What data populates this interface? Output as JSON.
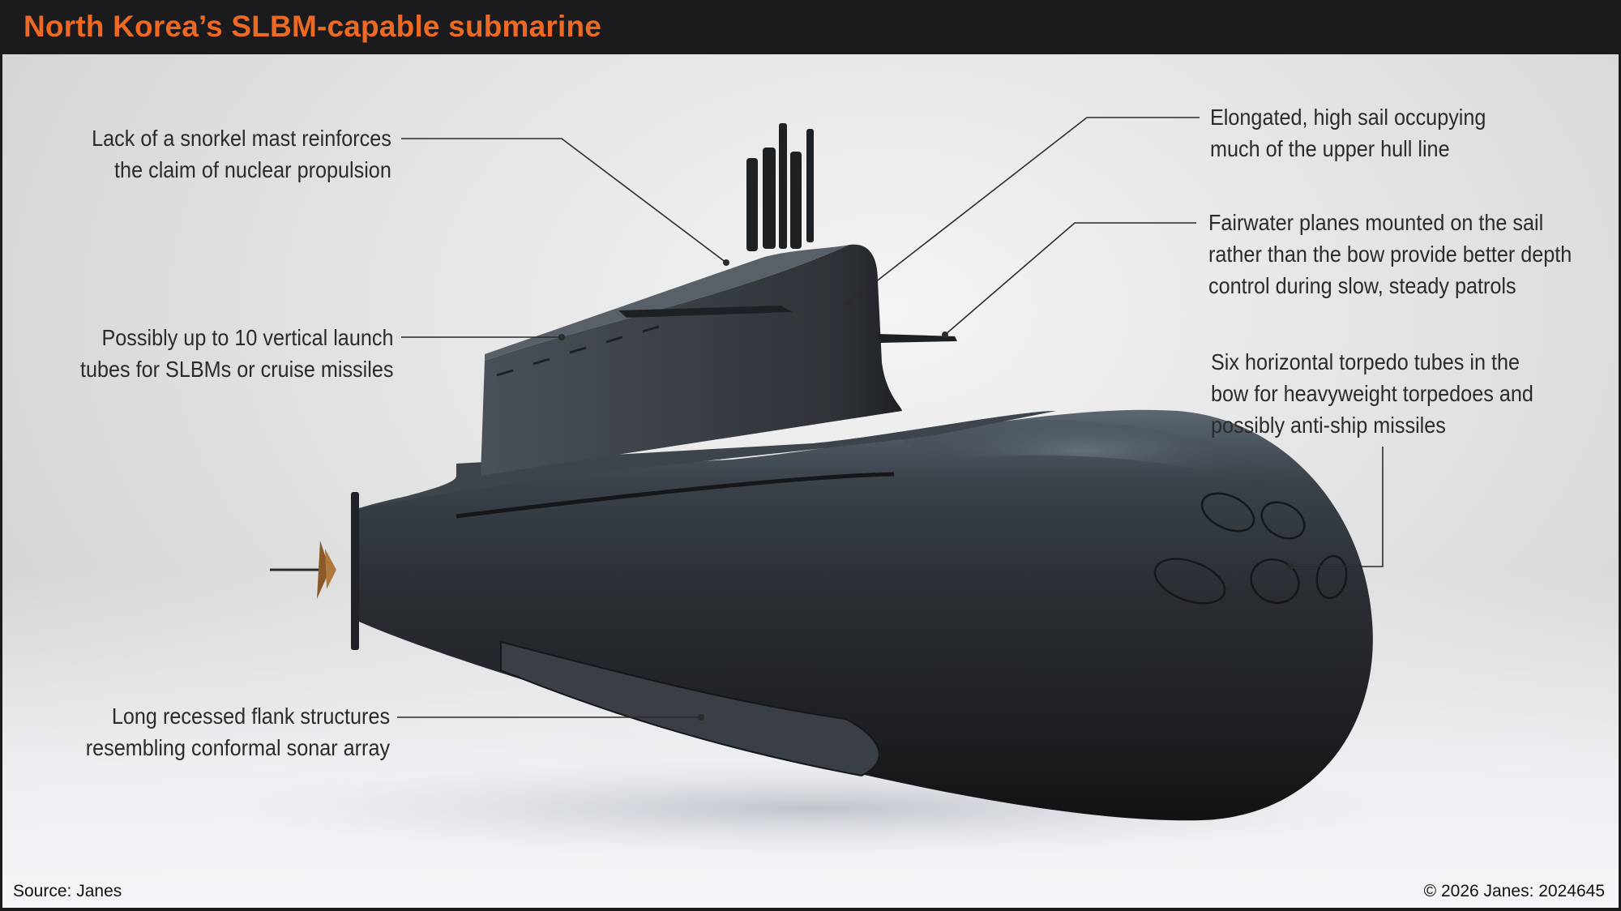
{
  "header": {
    "title": "North Korea’s SLBM-capable submarine"
  },
  "callouts": {
    "snorkel": {
      "lines": [
        "Lack of a snorkel mast reinforces",
        "the claim of nuclear propulsion"
      ]
    },
    "launch_tubes": {
      "lines": [
        "Possibly up to 10 vertical launch",
        "tubes for SLBMs or cruise missiles"
      ]
    },
    "flank": {
      "lines": [
        "Long recessed flank structures",
        "resembling conformal sonar array"
      ]
    },
    "sail": {
      "lines": [
        "Elongated, high sail occupying",
        "much of the upper hull line"
      ]
    },
    "fairwater": {
      "lines": [
        "Fairwater planes mounted on the sail",
        "rather than the bow provide better depth",
        "control during slow, steady patrols"
      ]
    },
    "torpedo": {
      "lines": [
        "Six horizontal torpedo tubes in the",
        "bow for heavyweight torpedoes and",
        "possibly anti-ship missiles"
      ]
    }
  },
  "footer": {
    "source": "Source: Janes",
    "copyright": "© 2026 Janes: 2024645"
  },
  "colors": {
    "title": "#ee6a24",
    "header_bg": "#1b1b1d",
    "hull": "#2a2d31",
    "leader_line": "#2b2b2b"
  }
}
